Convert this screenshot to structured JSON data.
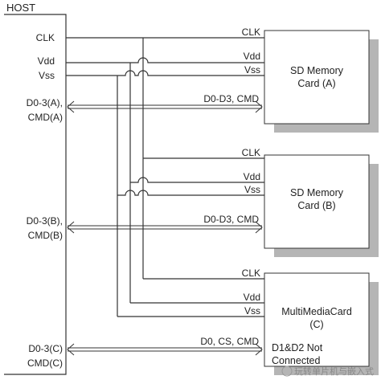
{
  "host": {
    "title": "HOST",
    "signals": {
      "clk": "CLK",
      "vdd": "Vdd",
      "vss": "Vss",
      "bus_a_line1": "D0-3(A),",
      "bus_a_line2": "CMD(A)",
      "bus_b_line1": "D0-3(B),",
      "bus_b_line2": "CMD(B)",
      "bus_c_line1": "D0-3(C)",
      "bus_c_line2": "CMD(C)"
    }
  },
  "cards": [
    {
      "name_line1": "SD Memory",
      "name_line2": "Card (A)",
      "pins": {
        "clk": "CLK",
        "vdd": "Vdd",
        "vss": "Vss"
      },
      "bus_label": "D0-D3, CMD"
    },
    {
      "name_line1": "SD Memory",
      "name_line2": "Card (B)",
      "pins": {
        "clk": "CLK",
        "vdd": "Vdd",
        "vss": "Vss"
      },
      "bus_label": "D0-D3, CMD"
    },
    {
      "name_line1": "MultiMediaCard",
      "name_line2": "(C)",
      "name_line3": "D1&D2 Not",
      "name_line4": "Connected",
      "pins": {
        "clk": "CLK",
        "vdd": "Vdd",
        "vss": "Vss"
      },
      "bus_label": "D0, CS, CMD"
    }
  ],
  "watermark": "玩转单片机与嵌入式"
}
